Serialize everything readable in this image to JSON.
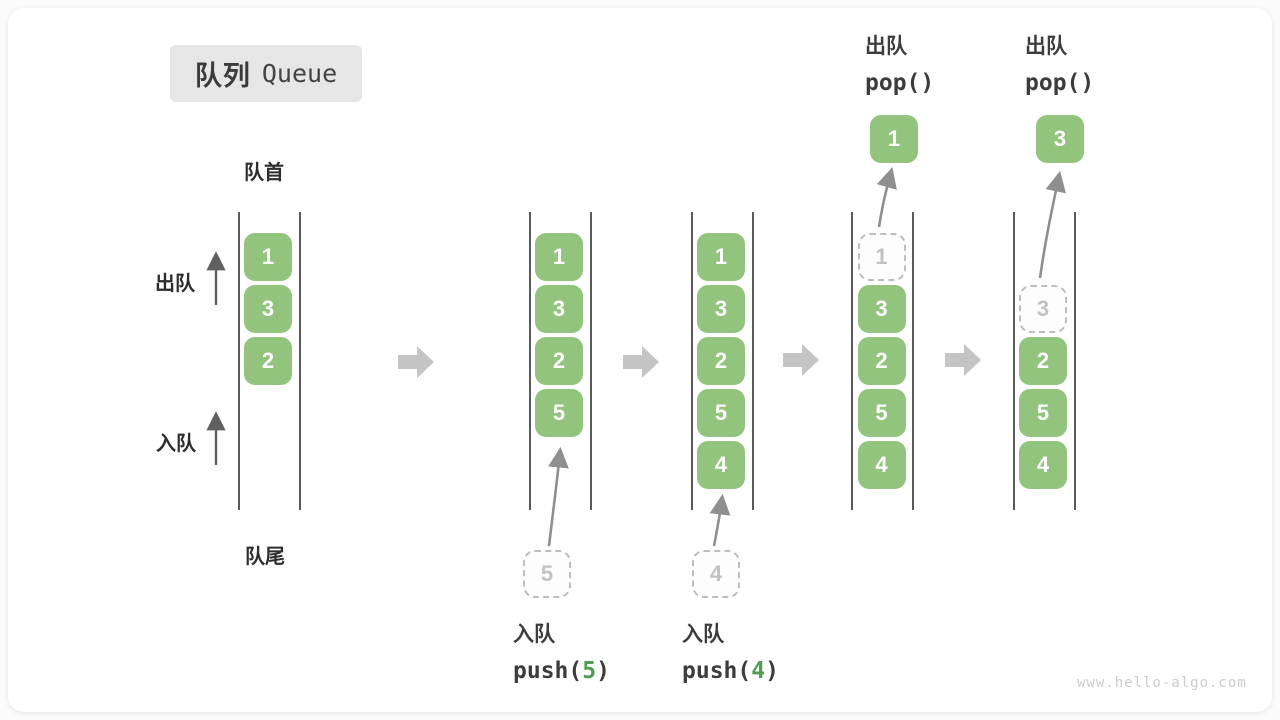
{
  "title": {
    "zh": "队列",
    "en": "Queue"
  },
  "labels": {
    "front": "队首",
    "rear": "队尾",
    "dequeue_side": "出队",
    "enqueue_side": "入队"
  },
  "ops": {
    "push_5": {
      "action": "入队",
      "fn": "push(",
      "arg": "5",
      "close": ")"
    },
    "push_4": {
      "action": "入队",
      "fn": "push(",
      "arg": "4",
      "close": ")"
    },
    "pop_1": {
      "action": "出队",
      "code": "pop()"
    },
    "pop_2": {
      "action": "出队",
      "code": "pop()"
    }
  },
  "watermark": "www.hello-algo.com",
  "colors": {
    "cell_green": "#93c47d",
    "arg_green": "#4c9e50",
    "ghost_gray": "#c2c2c2",
    "block_arrow_gray": "#c4c4c4",
    "rail_gray": "#5a5a5a"
  },
  "steps": [
    {
      "name": "initial",
      "cells": [
        {
          "row": 0,
          "value": "1",
          "state": "filled"
        },
        {
          "row": 1,
          "value": "3",
          "state": "filled"
        },
        {
          "row": 2,
          "value": "2",
          "state": "filled"
        }
      ]
    },
    {
      "name": "push-5",
      "cells": [
        {
          "row": 0,
          "value": "1",
          "state": "filled"
        },
        {
          "row": 1,
          "value": "3",
          "state": "filled"
        },
        {
          "row": 2,
          "value": "2",
          "state": "filled"
        },
        {
          "row": 3,
          "value": "5",
          "state": "filled"
        }
      ],
      "staged_value": "5"
    },
    {
      "name": "push-4",
      "cells": [
        {
          "row": 0,
          "value": "1",
          "state": "filled"
        },
        {
          "row": 1,
          "value": "3",
          "state": "filled"
        },
        {
          "row": 2,
          "value": "2",
          "state": "filled"
        },
        {
          "row": 3,
          "value": "5",
          "state": "filled"
        },
        {
          "row": 4,
          "value": "4",
          "state": "filled"
        }
      ],
      "staged_value": "4"
    },
    {
      "name": "pop-1",
      "cells": [
        {
          "row": 0,
          "value": "1",
          "state": "ghost"
        },
        {
          "row": 1,
          "value": "3",
          "state": "filled"
        },
        {
          "row": 2,
          "value": "2",
          "state": "filled"
        },
        {
          "row": 3,
          "value": "5",
          "state": "filled"
        },
        {
          "row": 4,
          "value": "4",
          "state": "filled"
        }
      ],
      "popped_value": "1"
    },
    {
      "name": "pop-3",
      "cells": [
        {
          "row": 1,
          "value": "3",
          "state": "ghost"
        },
        {
          "row": 2,
          "value": "2",
          "state": "filled"
        },
        {
          "row": 3,
          "value": "5",
          "state": "filled"
        },
        {
          "row": 4,
          "value": "4",
          "state": "filled"
        }
      ],
      "popped_value": "3"
    }
  ]
}
